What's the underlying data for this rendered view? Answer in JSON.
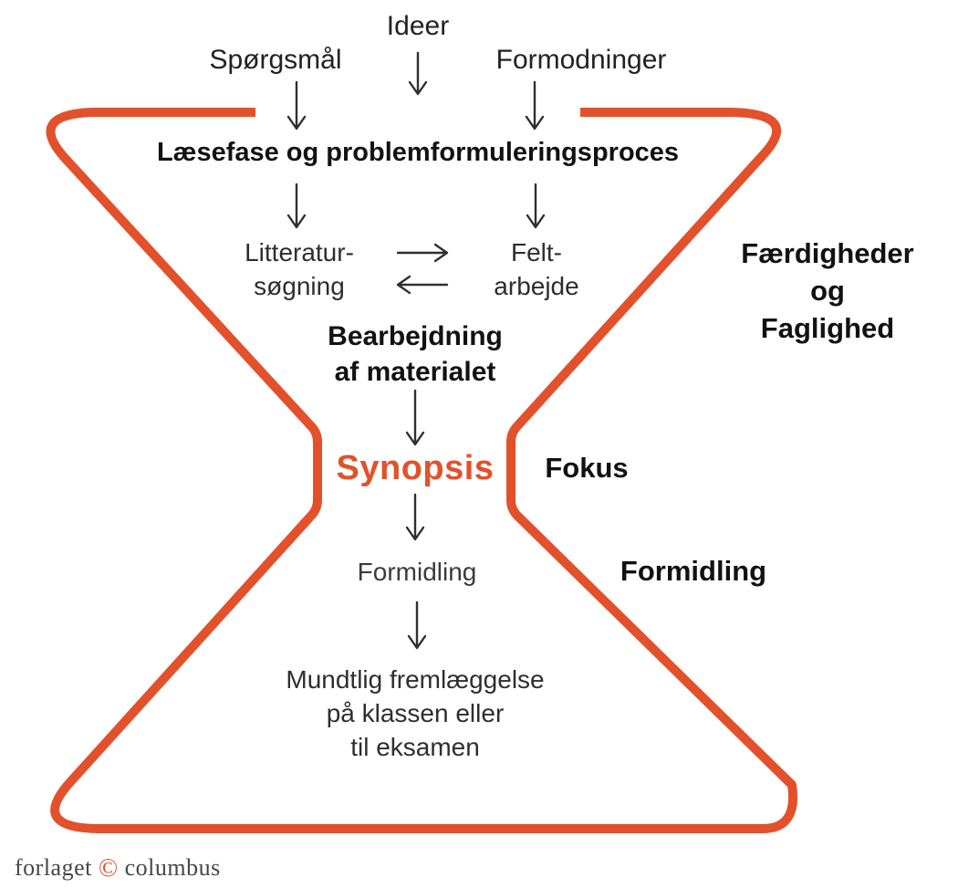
{
  "colors": {
    "accent": "#E2512B",
    "heading_text": "#121212",
    "body_text": "#2E2E2E"
  },
  "nodes": {
    "ideer": "Ideer",
    "sporgsmal": "Spørgsmål",
    "formodninger": "Formodninger",
    "laesefase": "Læsefase og problemformuleringsproces",
    "litteratur": {
      "line1": "Litteratur-",
      "line2": "søgning"
    },
    "felt": {
      "line1": "Felt-",
      "line2": "arbejde"
    },
    "bearbejdning": {
      "line1": "Bearbejdning",
      "line2": "af materialet"
    },
    "synopsis": "Synopsis",
    "formidling": "Formidling",
    "mundtlig": {
      "line1": "Mundtlig fremlæggelse",
      "line2": "på klassen eller",
      "line3": "til eksamen"
    }
  },
  "side_labels": {
    "faerdigheder": {
      "line1": "Færdigheder",
      "line2": "og",
      "line3": "Faglighed"
    },
    "fokus": "Fokus",
    "formidling": "Formidling"
  },
  "footer": {
    "publisher_prefix": "forlaget",
    "copyright_symbol": "©",
    "publisher_suffix": "columbus"
  }
}
